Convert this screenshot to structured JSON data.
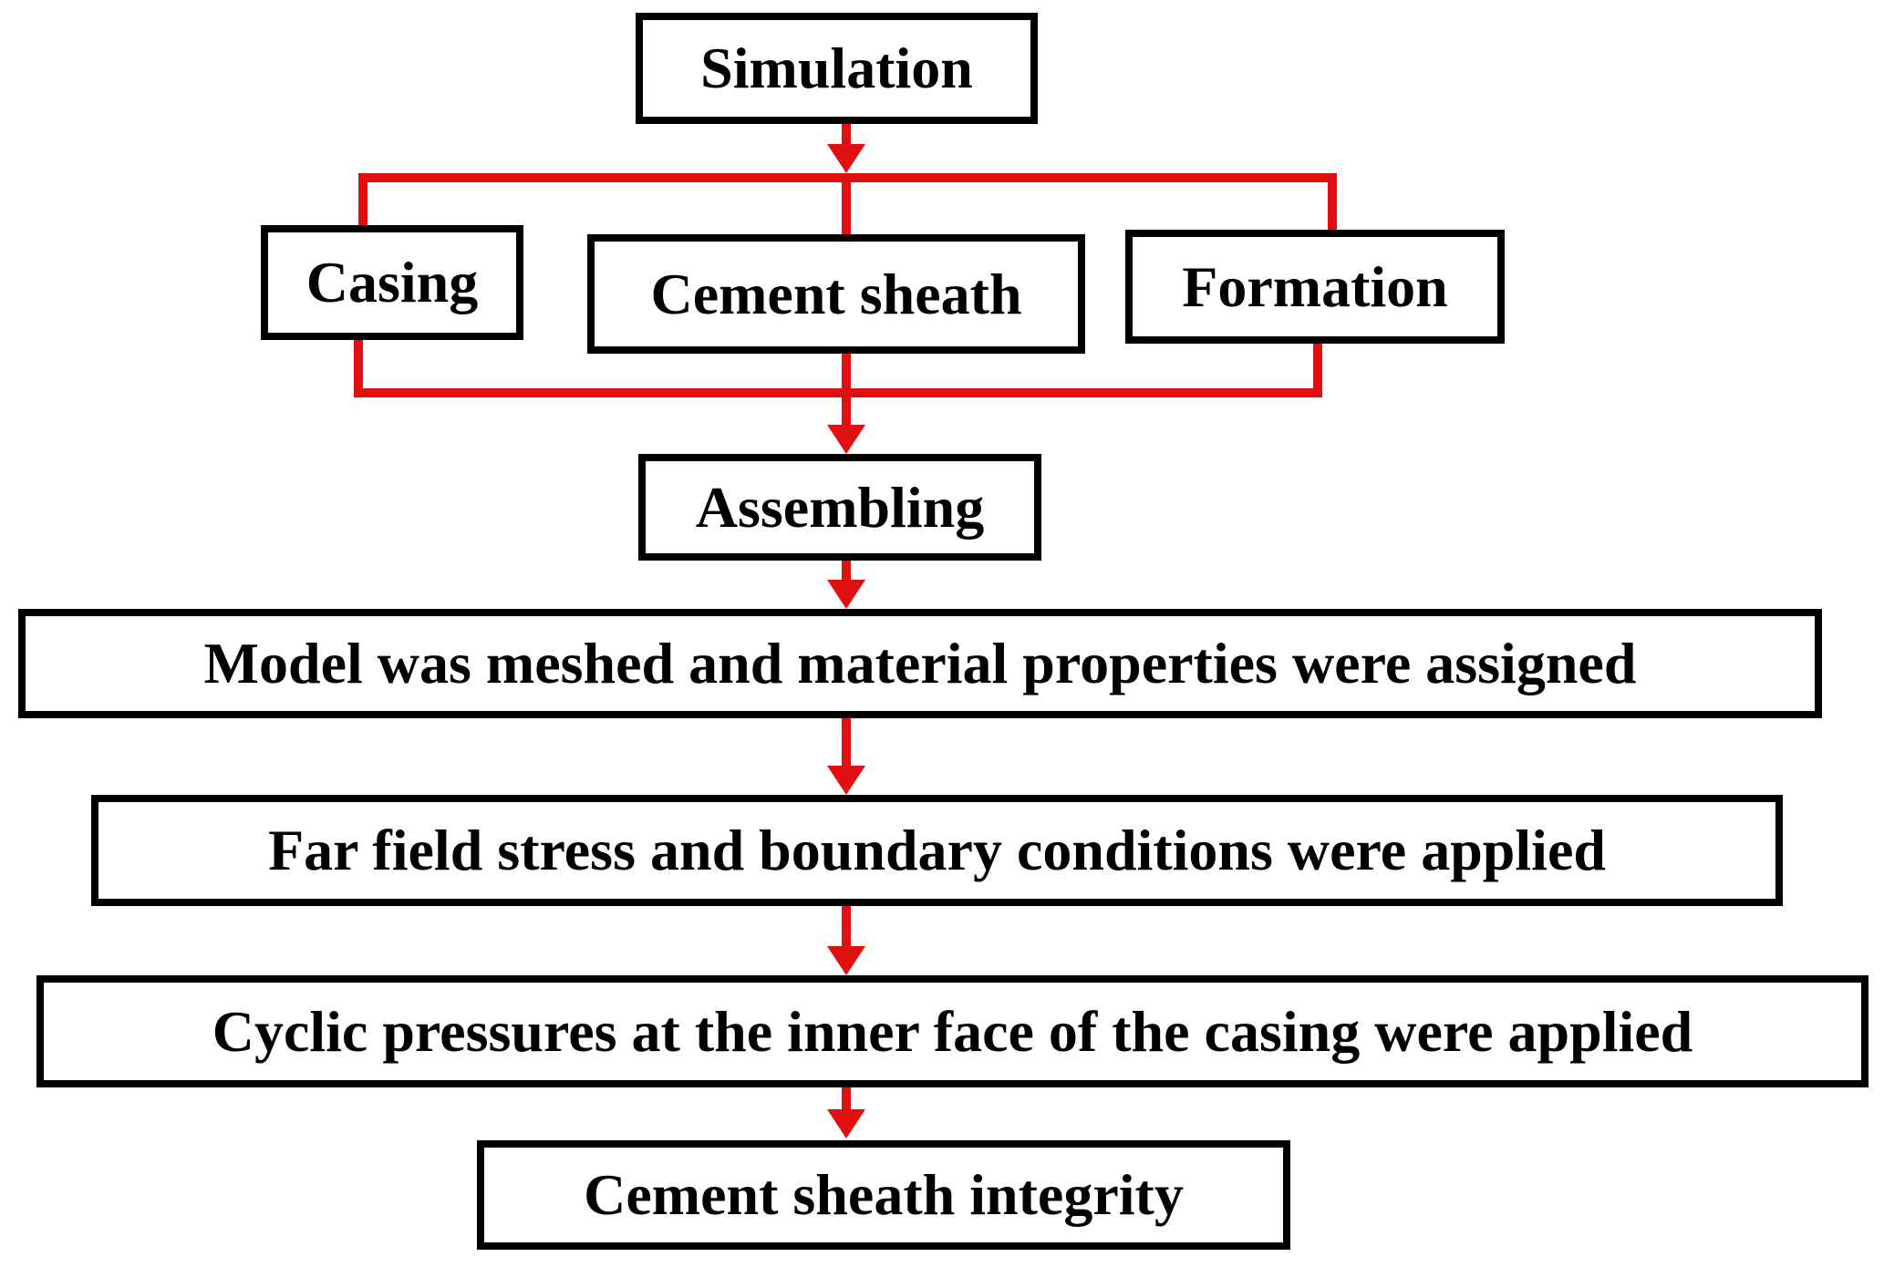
{
  "nodes": {
    "simulation": {
      "label": "Simulation"
    },
    "casing": {
      "label": "Casing"
    },
    "cement_sheath": {
      "label": "Cement sheath"
    },
    "formation": {
      "label": "Formation"
    },
    "assembling": {
      "label": "Assembling"
    },
    "meshing": {
      "label": "Model was meshed and material properties were assigned"
    },
    "far_field": {
      "label": "Far field stress and boundary conditions were applied"
    },
    "cyclic": {
      "label": "Cyclic pressures at the inner face of the casing were applied"
    },
    "integrity": {
      "label": "Cement sheath integrity"
    }
  },
  "colors": {
    "connector": "#e01010",
    "box_border": "#000000",
    "box_fill": "#ffffff",
    "text": "#000000",
    "page_bg": "#ffffff"
  }
}
